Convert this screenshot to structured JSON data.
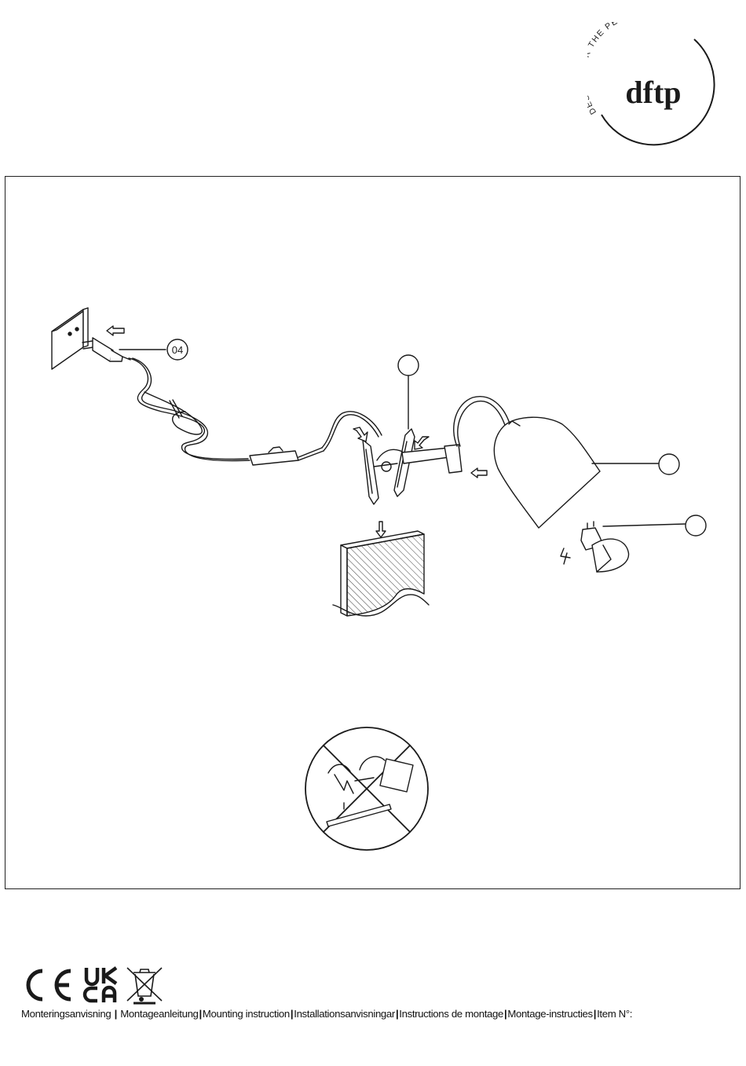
{
  "brand": {
    "ring_text": "DESIGN FOR THE PEOPLE",
    "wordmark": "dftp"
  },
  "diagram": {
    "callouts": [
      {
        "id": "cord",
        "label": "04"
      },
      {
        "id": "clamp",
        "label": ""
      },
      {
        "id": "shade",
        "label": ""
      },
      {
        "id": "bulb",
        "label": ""
      }
    ],
    "warning": "prohibited-mounting-icon"
  },
  "compliance_marks": [
    "CE",
    "UK CA",
    "WEEE"
  ],
  "footer": {
    "items": [
      "Monteringsanvisning",
      "Montageanleitung",
      "Mounting instruction",
      "Installationsanvisningar",
      "Instructions de montage",
      "Montage-instructies",
      "Item N°:"
    ]
  },
  "colors": {
    "ink": "#1a1a1a",
    "paper": "#ffffff"
  }
}
